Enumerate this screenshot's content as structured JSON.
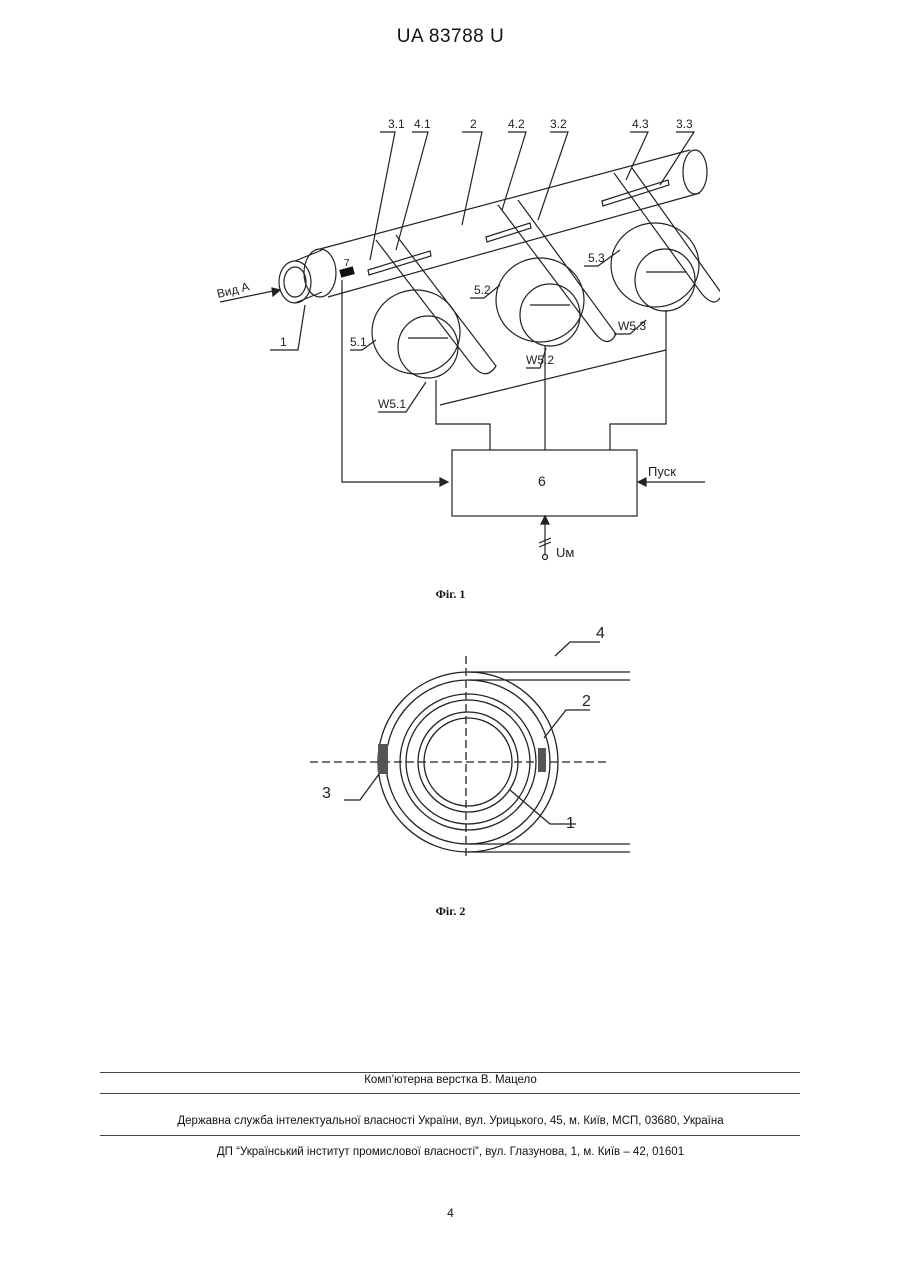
{
  "header": {
    "patent_number": "UA   83788   U"
  },
  "figure1": {
    "caption": "Фіг. 1",
    "labels": {
      "l31": "3.1",
      "l41": "4.1",
      "l2": "2",
      "l42": "4.2",
      "l32": "3.2",
      "l43": "4.3",
      "l33": "3.3",
      "l53": "5.3",
      "l52": "5.2",
      "l51": "5.1",
      "lw53": "W5.3",
      "lw52": "W5.2",
      "lw51": "W5.1",
      "l7": "7",
      "vid": "Вид А",
      "l1": "1",
      "block": "6",
      "pusk": "Пуск",
      "um": "Uм"
    }
  },
  "figure2": {
    "caption": "Фіг. 2",
    "labels": {
      "l4": "4",
      "l2": "2",
      "l3": "3",
      "l1": "1"
    }
  },
  "footer": {
    "verstka": "Комп’ютерна верстка В. Мацело",
    "agency": "Державна служба інтелектуальної власності України, вул. Урицького, 45, м. Київ, МСП, 03680, Україна",
    "institute": "ДП “Український інститут промислової власності”, вул. Глазунова, 1, м. Київ – 42, 01601"
  },
  "page_number": "4"
}
